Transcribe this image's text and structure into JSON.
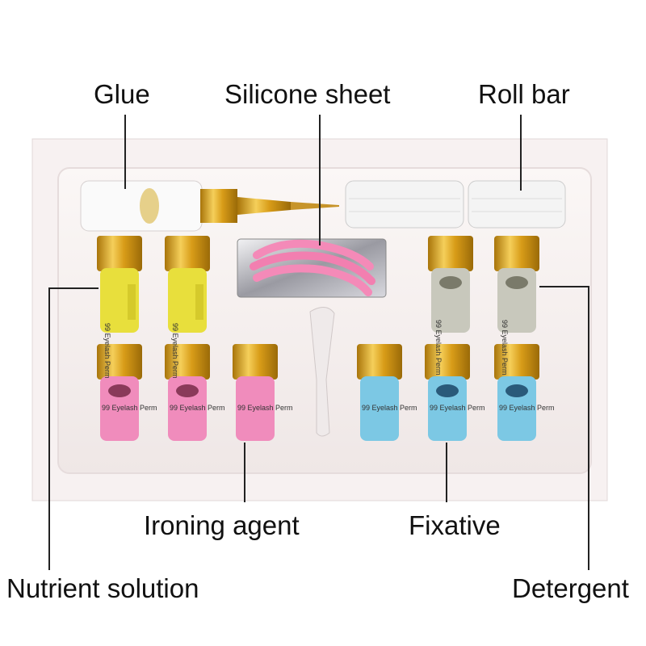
{
  "labels": {
    "glue": "Glue",
    "silicone_sheet": "Silicone sheet",
    "roll_bar": "Roll bar",
    "ironing_agent": "Ironing agent",
    "fixative": "Fixative",
    "nutrient_solution": "Nutrient solution",
    "detergent": "Detergent"
  },
  "bottle_text": "99 Eyelash Perm",
  "colors": {
    "nutrient": "#e8df3c",
    "detergent": "#c8c8bc",
    "ironing": "#f08cbc",
    "fixative": "#7cc8e4",
    "cap_gold": "#d9a21e",
    "silicone_pink": "#f48ab8",
    "box": "#f6f0f0"
  }
}
